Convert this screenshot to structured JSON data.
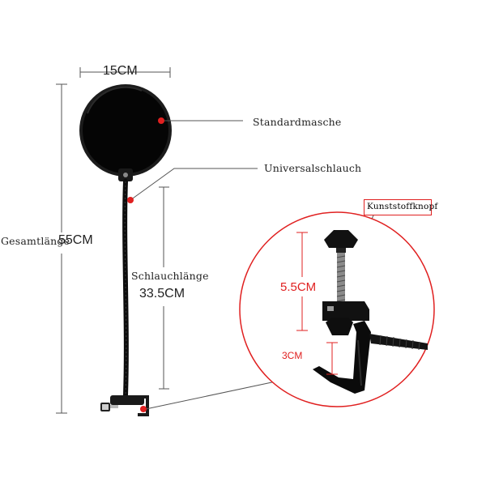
{
  "dimensions": {
    "width": "15CM",
    "total_label": "Gesamtlänge",
    "total": "55CM",
    "hose_label": "Schlauchlänge",
    "hose": "33.5CM",
    "clamp_height": "5.5CM",
    "clamp_opening": "3CM"
  },
  "callouts": {
    "mesh": "Standardmasche",
    "hose": "Universalschlauch",
    "knob": "Kunststoffknopf"
  },
  "colors": {
    "accent": "#e02020",
    "product": "#111111",
    "filter_fill": "#060606",
    "guide_lines": "#555555"
  }
}
